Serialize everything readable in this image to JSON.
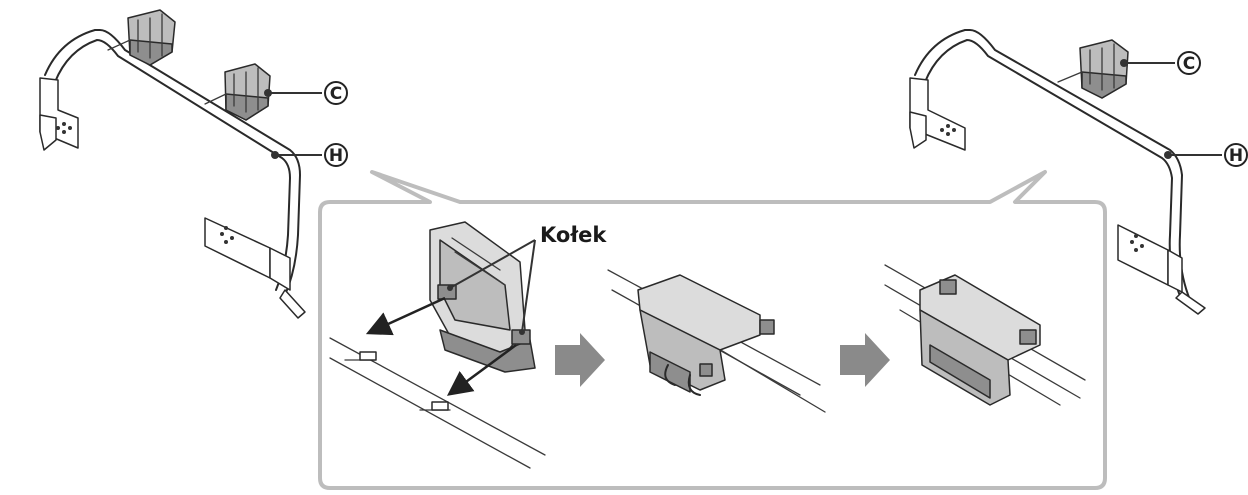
{
  "labels": {
    "part_c": "C",
    "part_h": "H",
    "pin": "Kołek"
  },
  "colors": {
    "line": "#2a2a2a",
    "part_fill": "#bdbdbd",
    "bubble_border": "#bdbdbd",
    "step_arrow": "#8a8a8a"
  },
  "icons": {
    "step_arrow": "right-arrow-icon",
    "insertion_arrow": "down-left-arrow-icon"
  }
}
